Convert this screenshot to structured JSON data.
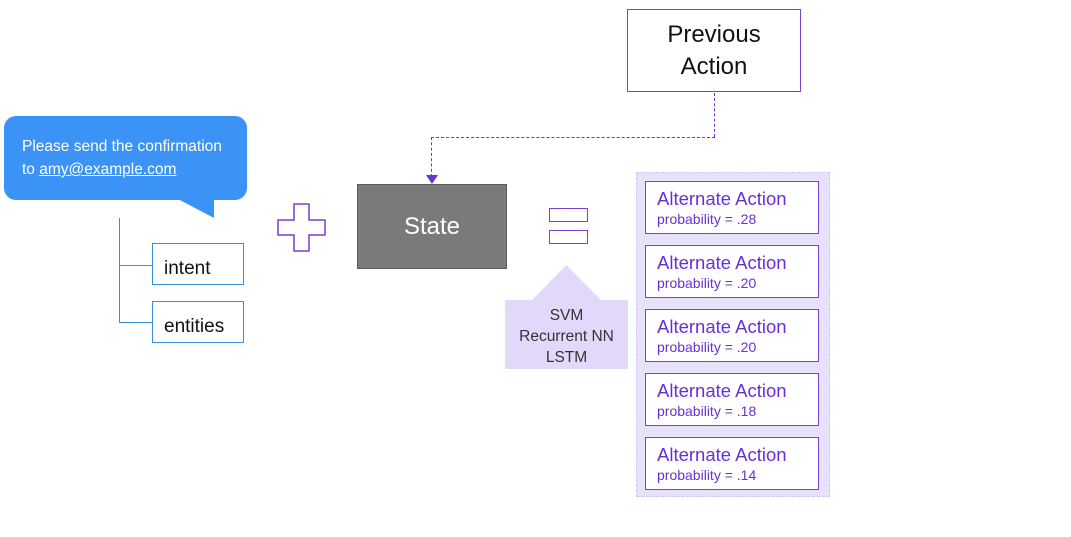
{
  "previous_action": {
    "line1": "Previous",
    "line2": "Action"
  },
  "bubble": {
    "text_line1": "Please send the confirmation",
    "text_prefix": "to ",
    "email": "amy@example.com"
  },
  "tree": {
    "intent": "intent",
    "entities": "entities"
  },
  "state": {
    "label": "State"
  },
  "models": [
    "SVM",
    "Recurrent NN",
    "LSTM"
  ],
  "actions": [
    {
      "title": "Alternate Action",
      "probability": "probability  = .28"
    },
    {
      "title": "Alternate Action",
      "probability": "probability  = .20"
    },
    {
      "title": "Alternate Action",
      "probability": "probability  = .20"
    },
    {
      "title": "Alternate Action",
      "probability": "probability  = .18"
    },
    {
      "title": "Alternate Action",
      "probability": "probability  = .14"
    }
  ],
  "colors": {
    "bubble": "#3b93f6",
    "purple_accent": "#7b3fd1",
    "state_fill": "#7a7a7a",
    "panel_fill": "#e8e1fb",
    "arrow_fill": "#e2d9fa",
    "tree_blue": "#3b8fd6"
  }
}
